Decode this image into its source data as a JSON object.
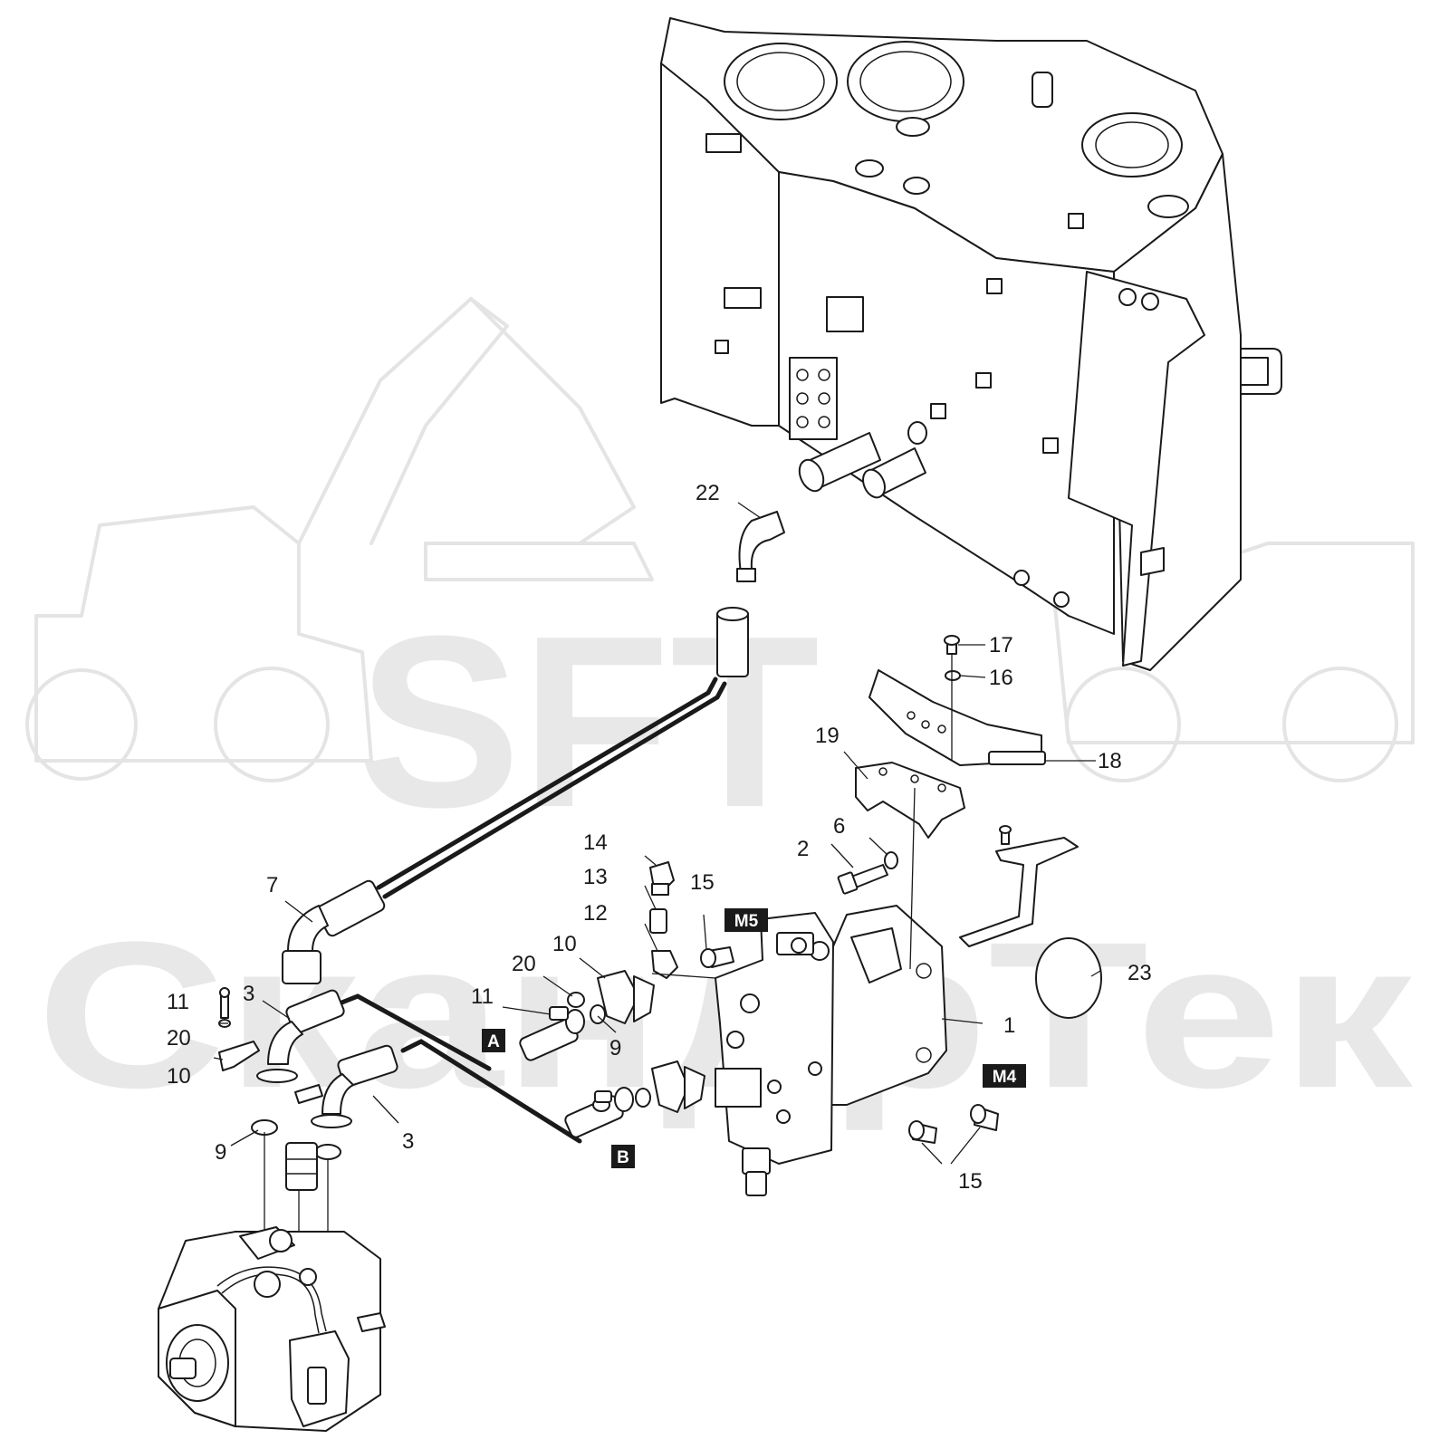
{
  "watermark": {
    "brand": "SFT",
    "text": "СкандрТек"
  },
  "tags": {
    "A": "A",
    "B": "B",
    "M4": "M4",
    "M5": "M5"
  },
  "callouts": {
    "c1": "1",
    "c2": "2",
    "c3a": "3",
    "c3b": "3",
    "c6": "6",
    "c7": "7",
    "c9a": "9",
    "c9b": "9",
    "c10a": "10",
    "c10b": "10",
    "c11a": "11",
    "c11b": "11",
    "c12": "12",
    "c13": "13",
    "c14": "14",
    "c15a": "15",
    "c15b": "15",
    "c16": "16",
    "c17": "17",
    "c18": "18",
    "c19": "19",
    "c20a": "20",
    "c20b": "20",
    "c22": "22",
    "c23": "23"
  }
}
